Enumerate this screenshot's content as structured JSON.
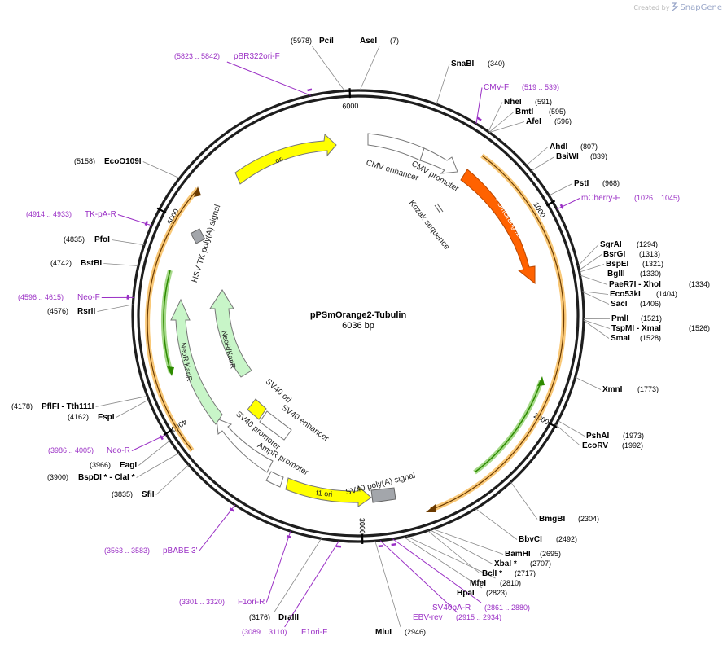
{
  "brand": {
    "created_by": "Created by",
    "name": "SnapGene"
  },
  "plasmid": {
    "name": "pPSmOrange2-Tubulin",
    "size_label": "6036 bp",
    "length": 6036
  },
  "ticks": [
    {
      "pos": 1000,
      "label": "1000"
    },
    {
      "pos": 2000,
      "label": "2000"
    },
    {
      "pos": 3000,
      "label": "3000"
    },
    {
      "pos": 4000,
      "label": "4000"
    },
    {
      "pos": 5000,
      "label": "5000"
    },
    {
      "pos": 6000,
      "label": "6000"
    }
  ],
  "enzymes": [
    {
      "name": "PciI",
      "pos_label": "(5978)",
      "pos": 5978
    },
    {
      "name": "AseI",
      "pos_label": "(7)",
      "pos": 7
    },
    {
      "name": "SnaBI",
      "pos_label": "(340)",
      "pos": 340
    },
    {
      "name": "NheI",
      "pos_label": "(591)",
      "pos": 591
    },
    {
      "name": "BmtI",
      "pos_label": "(595)",
      "pos": 595
    },
    {
      "name": "AfeI",
      "pos_label": "(596)",
      "pos": 596
    },
    {
      "name": "AhdI",
      "pos_label": "(807)",
      "pos": 807
    },
    {
      "name": "BsiWI",
      "pos_label": "(839)",
      "pos": 839
    },
    {
      "name": "PstI",
      "pos_label": "(968)",
      "pos": 968
    },
    {
      "name": "SgrAI",
      "pos_label": "(1294)",
      "pos": 1294
    },
    {
      "name": "BsrGI",
      "pos_label": "(1313)",
      "pos": 1313
    },
    {
      "name": "BspEI",
      "pos_label": "(1321)",
      "pos": 1321
    },
    {
      "name": "BglII",
      "pos_label": "(1330)",
      "pos": 1330
    },
    {
      "name": "PaeR7I - XhoI",
      "pos_label": "(1334)",
      "pos": 1334
    },
    {
      "name": "Eco53kI",
      "pos_label": "(1404)",
      "pos": 1404
    },
    {
      "name": "SacI",
      "pos_label": "(1406)",
      "pos": 1406
    },
    {
      "name": "PmlI",
      "pos_label": "(1521)",
      "pos": 1521
    },
    {
      "name": "TspMI - XmaI",
      "pos_label": "(1526)",
      "pos": 1526
    },
    {
      "name": "SmaI",
      "pos_label": "(1528)",
      "pos": 1528
    },
    {
      "name": "XmnI",
      "pos_label": "(1773)",
      "pos": 1773
    },
    {
      "name": "PshAI",
      "pos_label": "(1973)",
      "pos": 1973
    },
    {
      "name": "EcoRV",
      "pos_label": "(1992)",
      "pos": 1992
    },
    {
      "name": "BmgBI",
      "pos_label": "(2304)",
      "pos": 2304
    },
    {
      "name": "BbvCI",
      "pos_label": "(2492)",
      "pos": 2492
    },
    {
      "name": "BamHI",
      "pos_label": "(2695)",
      "pos": 2695
    },
    {
      "name": "XbaI *",
      "pos_label": "(2707)",
      "pos": 2707
    },
    {
      "name": "BclI *",
      "pos_label": "(2717)",
      "pos": 2717
    },
    {
      "name": "MfeI",
      "pos_label": "(2810)",
      "pos": 2810
    },
    {
      "name": "HpaI",
      "pos_label": "(2823)",
      "pos": 2823
    },
    {
      "name": "MluI",
      "pos_label": "(2946)",
      "pos": 2946
    },
    {
      "name": "DraIII",
      "pos_label": "(3176)",
      "pos": 3176
    },
    {
      "name": "SfiI",
      "pos_label": "(3835)",
      "pos": 3835
    },
    {
      "name": "BspDI * - ClaI *",
      "pos_label": "(3900)",
      "pos": 3900
    },
    {
      "name": "EagI",
      "pos_label": "(3966)",
      "pos": 3966
    },
    {
      "name": "FspI",
      "pos_label": "(4162)",
      "pos": 4162
    },
    {
      "name": "PflFI - Tth111I",
      "pos_label": "(4178)",
      "pos": 4178
    },
    {
      "name": "RsrII",
      "pos_label": "(4576)",
      "pos": 4576
    },
    {
      "name": "BstBI",
      "pos_label": "(4742)",
      "pos": 4742
    },
    {
      "name": "PfoI",
      "pos_label": "(4835)",
      "pos": 4835
    },
    {
      "name": "EcoO109I",
      "pos_label": "(5158)",
      "pos": 5158
    }
  ],
  "primers": [
    {
      "name": "pBR322ori-F",
      "pos_label": "(5823 .. 5842)",
      "start": 5823,
      "end": 5842
    },
    {
      "name": "CMV-F",
      "pos_label": "(519 .. 539)",
      "start": 519,
      "end": 539
    },
    {
      "name": "mCherry-F",
      "pos_label": "(1026 .. 1045)",
      "start": 1026,
      "end": 1045
    },
    {
      "name": "SV40pA-R",
      "pos_label": "(2861 .. 2880)",
      "start": 2861,
      "end": 2880
    },
    {
      "name": "EBV-rev",
      "pos_label": "(2915 .. 2934)",
      "start": 2915,
      "end": 2934
    },
    {
      "name": "F1ori-F",
      "pos_label": "(3089 .. 3110)",
      "start": 3089,
      "end": 3110
    },
    {
      "name": "F1ori-R",
      "pos_label": "(3301 .. 3320)",
      "start": 3301,
      "end": 3320
    },
    {
      "name": "pBABE 3'",
      "pos_label": "(3563 .. 3583)",
      "start": 3563,
      "end": 3583
    },
    {
      "name": "Neo-R",
      "pos_label": "(3986 .. 4005)",
      "start": 3986,
      "end": 4005
    },
    {
      "name": "Neo-F",
      "pos_label": "(4596 .. 4615)",
      "start": 4596,
      "end": 4615
    },
    {
      "name": "TK-pA-R",
      "pos_label": "(4914 .. 4933)",
      "start": 4914,
      "end": 4933
    }
  ],
  "features": {
    "ori": "ori",
    "cmv_enhancer": "CMV enhancer",
    "cmv_promoter": "CMV promoter",
    "kozak": "Kozak sequence",
    "psmorange2": "PSmOrange2",
    "sv40_polya": "SV40 poly(A) signal",
    "f1_ori": "f1 ori",
    "ampr_promoter": "AmpR promoter",
    "sv40_promoter": "SV40 promoter",
    "sv40_enhancer": "SV40 enhancer",
    "sv40_ori": "SV40 ori",
    "neor_inner": "NeoR/KanR",
    "neor_outer": "NeoR/KanR",
    "hsv_tk_polya": "HSV TK poly(A) signal"
  },
  "colors": {
    "backbone": "#1e1e1e",
    "ori": "#ffff00",
    "psmorange2": "#ff6200",
    "neor": "#c8f5c8",
    "orf_highlight": "#f7b54a",
    "orf_line": "#6b3a00",
    "green_orf": "#2e8b00",
    "primer": "#9a2fc5",
    "grey": "#a3a6ab"
  }
}
